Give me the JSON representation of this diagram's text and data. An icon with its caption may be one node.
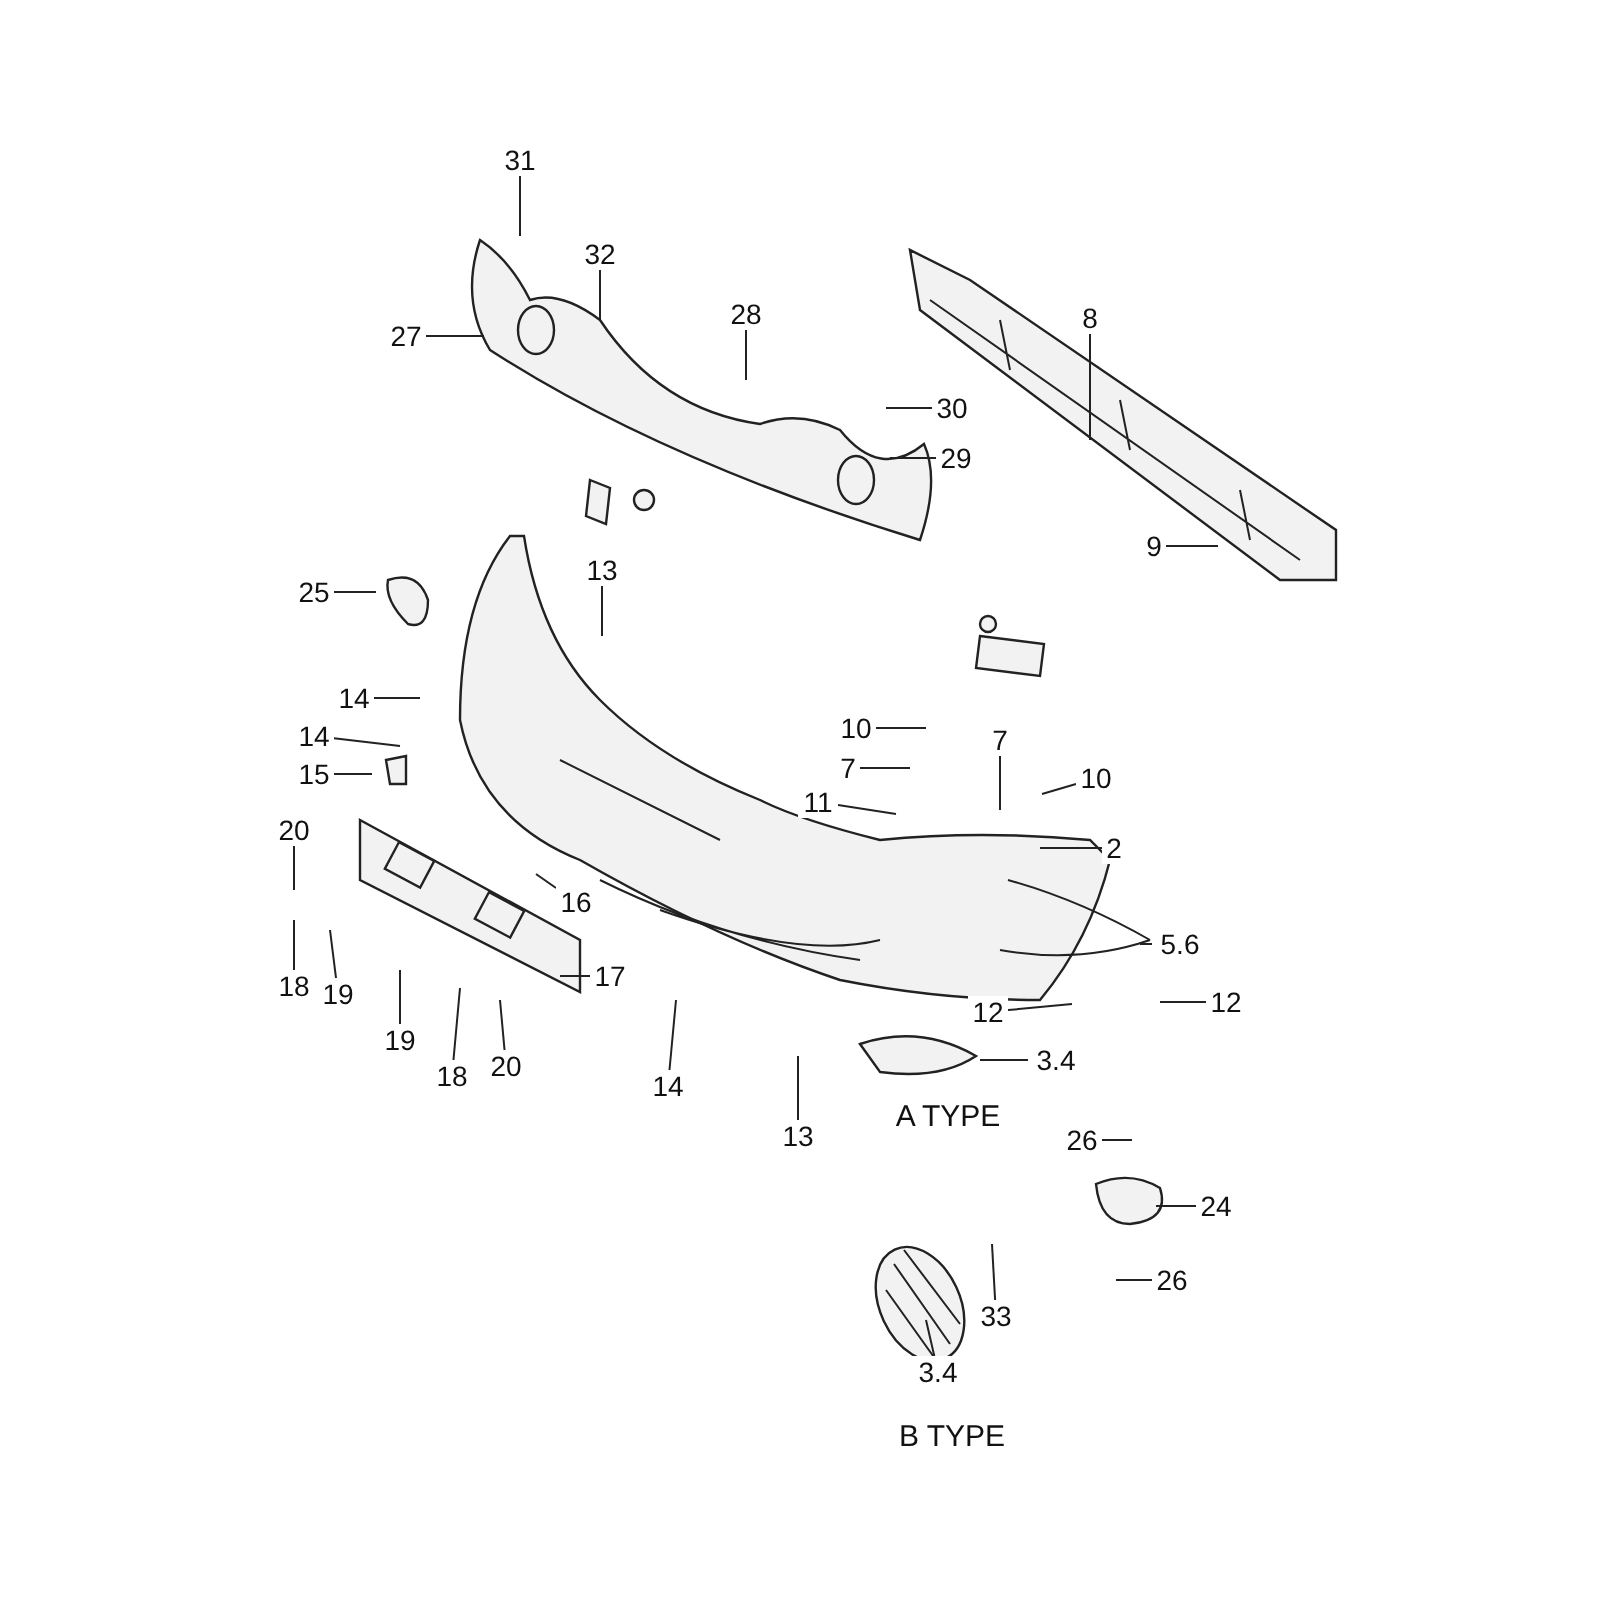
{
  "diagram": {
    "nodes": [
      {
        "text": [
          "31"
        ]
      },
      {
        "text": [
          "32"
        ]
      },
      {
        "text": [
          "28"
        ]
      },
      {
        "text": [
          "27"
        ]
      },
      {
        "text": [
          "30"
        ]
      },
      {
        "text": [
          "29"
        ]
      },
      {
        "text": [
          "8"
        ]
      },
      {
        "text": [
          "9"
        ]
      },
      {
        "text": [
          "25"
        ]
      },
      {
        "text": [
          "13"
        ]
      },
      {
        "text": [
          "14"
        ]
      },
      {
        "text": [
          "14"
        ]
      },
      {
        "text": [
          "15"
        ]
      },
      {
        "text": [
          "10"
        ]
      },
      {
        "text": [
          "7"
        ]
      },
      {
        "text": [
          "11"
        ]
      },
      {
        "text": [
          "7"
        ]
      },
      {
        "text": [
          "10"
        ]
      },
      {
        "text": [
          "2"
        ]
      },
      {
        "text": [
          "20"
        ]
      },
      {
        "text": [
          "16"
        ]
      },
      {
        "text": [
          "17"
        ]
      },
      {
        "text": [
          "5.6"
        ]
      },
      {
        "text": [
          "18"
        ]
      },
      {
        "text": [
          "19"
        ]
      },
      {
        "text": [
          "19"
        ]
      },
      {
        "text": [
          "18"
        ]
      },
      {
        "text": [
          "20"
        ]
      },
      {
        "text": [
          "14"
        ]
      },
      {
        "text": [
          "12"
        ]
      },
      {
        "text": [
          "12"
        ]
      },
      {
        "text": [
          "13"
        ]
      },
      {
        "text": [
          "3.4"
        ]
      },
      {
        "text": [
          "26"
        ]
      },
      {
        "text": [
          "24"
        ]
      },
      {
        "text": [
          "26"
        ]
      },
      {
        "text": [
          "33"
        ]
      },
      {
        "text": [
          "3.4"
        ]
      }
    ],
    "edges": [
      {
        "from": 0,
        "to": null,
        "arrow": "none"
      },
      {
        "from": 1,
        "to": null,
        "arrow": "none"
      },
      {
        "from": 2,
        "to": null,
        "arrow": "none"
      },
      {
        "from": 3,
        "to": null,
        "arrow": "none"
      },
      {
        "from": 4,
        "to": null,
        "arrow": "none"
      },
      {
        "from": 5,
        "to": null,
        "arrow": "none"
      },
      {
        "from": 6,
        "to": null,
        "arrow": "none"
      },
      {
        "from": 7,
        "to": null,
        "arrow": "none"
      },
      {
        "from": 8,
        "to": null,
        "arrow": "none"
      },
      {
        "from": 9,
        "to": null,
        "arrow": "none"
      },
      {
        "from": 10,
        "to": null,
        "arrow": "none"
      },
      {
        "from": 11,
        "to": null,
        "arrow": "none"
      },
      {
        "from": 12,
        "to": null,
        "arrow": "none"
      },
      {
        "from": 13,
        "to": null,
        "arrow": "none"
      },
      {
        "from": 14,
        "to": null,
        "arrow": "none"
      },
      {
        "from": 15,
        "to": null,
        "arrow": "none"
      },
      {
        "from": 16,
        "to": null,
        "arrow": "none"
      },
      {
        "from": 17,
        "to": null,
        "arrow": "none"
      },
      {
        "from": 18,
        "to": null,
        "arrow": "none"
      },
      {
        "from": 19,
        "to": null,
        "arrow": "none"
      },
      {
        "from": 20,
        "to": null,
        "arrow": "none"
      },
      {
        "from": 21,
        "to": null,
        "arrow": "none"
      },
      {
        "from": 22,
        "to": null,
        "arrow": "none"
      },
      {
        "from": 23,
        "to": null,
        "arrow": "none"
      },
      {
        "from": 24,
        "to": null,
        "arrow": "none"
      },
      {
        "from": 25,
        "to": null,
        "arrow": "none"
      },
      {
        "from": 26,
        "to": null,
        "arrow": "none"
      },
      {
        "from": 27,
        "to": null,
        "arrow": "none"
      },
      {
        "from": 28,
        "to": null,
        "arrow": "none"
      },
      {
        "from": 29,
        "to": null,
        "arrow": "none"
      },
      {
        "from": 30,
        "to": null,
        "arrow": "none"
      },
      {
        "from": 31,
        "to": null,
        "arrow": "none"
      },
      {
        "from": 32,
        "to": null,
        "arrow": "none"
      },
      {
        "from": 33,
        "to": null,
        "arrow": "none"
      },
      {
        "from": 34,
        "to": null,
        "arrow": "none"
      },
      {
        "from": 35,
        "to": null,
        "arrow": "none"
      },
      {
        "from": 36,
        "to": null,
        "arrow": "none"
      },
      {
        "from": 37,
        "to": null,
        "arrow": "none"
      }
    ],
    "labels": [
      "A TYPE",
      "B TYPE"
    ]
  }
}
